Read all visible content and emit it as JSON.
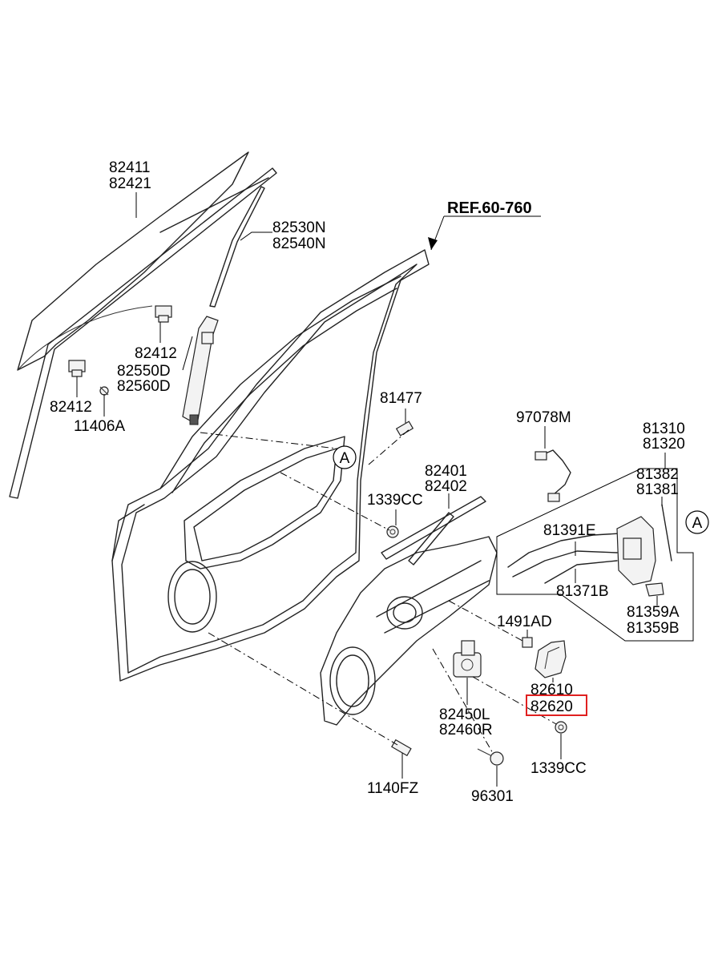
{
  "labels": {
    "p82411": "82411",
    "p82421": "82421",
    "p82530N": "82530N",
    "p82540N": "82540N",
    "ref": "REF.60-760",
    "p82412a": "82412",
    "p82550D": "82550D",
    "p82560D": "82560D",
    "p82412b": "82412",
    "p11406A": "11406A",
    "p81477": "81477",
    "p97078M": "97078M",
    "p81310": "81310",
    "p81320": "81320",
    "p81382": "81382",
    "p81381": "81381",
    "p82401": "82401",
    "p82402": "82402",
    "p1339CCa": "1339CC",
    "p81391E": "81391E",
    "p81371B": "81371B",
    "p81359A": "81359A",
    "p81359B": "81359B",
    "p1491AD": "1491AD",
    "p82610": "82610",
    "p82620": "82620",
    "p82450L": "82450L",
    "p82460R": "82460R",
    "p1339CCb": "1339CC",
    "p1140FZ": "1140FZ",
    "p96301": "96301",
    "circleA1": "A",
    "circleA2": "A"
  },
  "highlight": {
    "part": "82620",
    "color": "#e02020"
  }
}
